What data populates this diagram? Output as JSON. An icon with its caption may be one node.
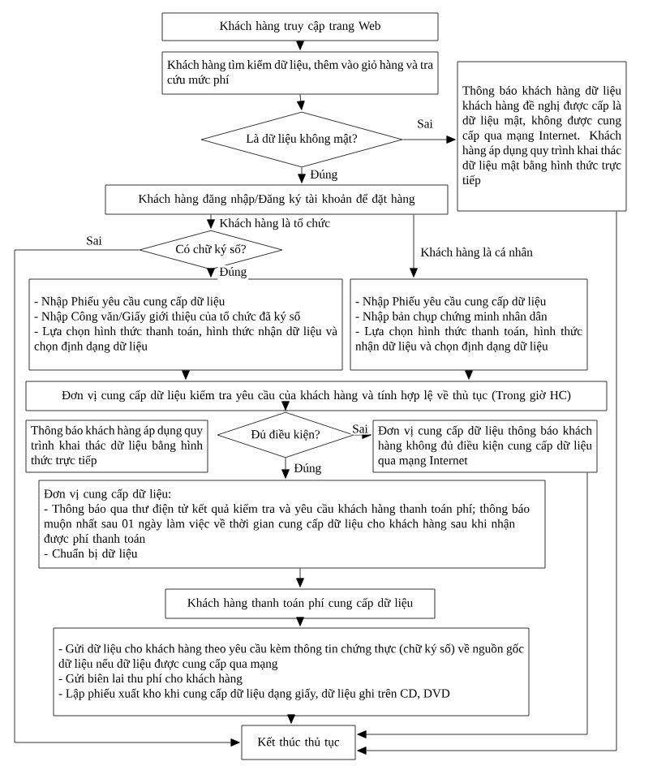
{
  "diagram": {
    "nodes": [
      {
        "text": [
          "Khách hàng truy cập trang Web"
        ]
      },
      {
        "text": [
          "Khách hàng tìm kiếm dữ liệu, thêm vào giỏ hàng và tra cứu mức phí"
        ]
      },
      {
        "text": [
          "Là dữ liệu không mật?"
        ]
      },
      {
        "text": [
          "Thông báo khách hàng dữ liệu khách hàng đề nghị được cấp là dữ liệu mật, không được cung cấp qua mạng Internet. Khách hàng áp dụng quy trình khai thác dữ liệu mật bằng hình thức trực tiếp"
        ]
      },
      {
        "text": [
          "Khách hàng đăng nhập/Đăng ký tài khoản để đặt hàng"
        ]
      },
      {
        "text": [
          "Có chữ ký số?"
        ]
      },
      {
        "text": [
          "- Nhập Phiếu yêu cầu cung cấp dữ liệu",
          "- Nhập Công văn/Giấy giới thiệu của tổ chức đã ký số",
          "- Lựa chọn hình thức thanh toán, hình thức nhận dữ liệu và chọn định dạng dữ liệu"
        ]
      },
      {
        "text": [
          "- Nhập Phiếu yêu cầu cung cấp dữ liệu",
          "- Nhập bản chụp chứng minh nhân dân",
          "- Lựa chọn hình thức thanh toán, hình thức nhận dữ liệu và chọn định dạng dữ liệu"
        ]
      },
      {
        "text": [
          "Đơn vị cung cấp dữ liệu kiểm tra yêu cầu của khách hàng và tính hợp lệ về thủ tục (Trong giờ HC)"
        ]
      },
      {
        "text": [
          "Thông báo khách hàng áp dụng quy trình khai thác dữ liệu bằng hình thức trực tiếp"
        ]
      },
      {
        "text": [
          "Đủ điều kiện?"
        ]
      },
      {
        "text": [
          "Đơn vị cung cấp dữ liệu thông báo khách hàng không đủ điều kiện cung cấp dữ liệu qua mạng Internet"
        ]
      },
      {
        "text": [
          "Đơn vị cung cấp dữ liệu:",
          "- Thông báo qua thư điện tử kết quả kiểm tra và yêu cầu khách hàng thanh toán phí; thông báo muộn nhất sau 01 ngày làm việc về thời gian cung cấp dữ liệu cho khách hàng sau khi nhận được phí thanh toán",
          "- Chuẩn bị dữ liệu"
        ]
      },
      {
        "text": [
          "Khách hàng thanh toán phí cung cấp dữ liệu"
        ]
      },
      {
        "text": [
          "- Gửi dữ liệu cho khách hàng theo yêu cầu kèm thông tin chứng thực (chữ ký số) về nguồn gốc dữ liệu nếu dữ liệu được cung cấp qua mạng",
          "- Gửi biên lai thu phí cho khách hàng",
          "- Lập phiếu xuất kho khi cung cấp dữ liệu dạng giấy, dữ liệu ghi trên CD, DVD"
        ]
      },
      {
        "text": [
          "Kết thúc thủ tục"
        ]
      }
    ],
    "edges": [
      {
        "from": 0,
        "to": 1,
        "arrow": "to"
      },
      {
        "from": 1,
        "to": 2,
        "arrow": "to"
      },
      {
        "from": 2,
        "to": 3,
        "arrow": "to",
        "label": "Sai"
      },
      {
        "from": 2,
        "to": 4,
        "arrow": "to",
        "label": "Đúng"
      },
      {
        "from": 4,
        "to": 5,
        "arrow": "to",
        "label": "Khách hàng là tổ chức"
      },
      {
        "from": 4,
        "to": 7,
        "arrow": "to",
        "label": "Khách hàng là cá nhân"
      },
      {
        "from": 5,
        "to": 6,
        "arrow": "to",
        "label": "Đúng"
      },
      {
        "from": 5,
        "to": 15,
        "arrow": "to",
        "label": "Sai"
      },
      {
        "from": 6,
        "to": 8,
        "arrow": "to"
      },
      {
        "from": 7,
        "to": 8,
        "arrow": "to"
      },
      {
        "from": 8,
        "to": 10,
        "arrow": "to"
      },
      {
        "from": 10,
        "to": 11,
        "arrow": "to",
        "label": "Sai"
      },
      {
        "from": 10,
        "to": 12,
        "arrow": "to",
        "label": "Đúng"
      },
      {
        "from": 12,
        "to": 13,
        "arrow": "to"
      },
      {
        "from": 13,
        "to": 14,
        "arrow": "to"
      },
      {
        "from": 14,
        "to": 15,
        "arrow": "to"
      },
      {
        "from": 11,
        "to": 15,
        "arrow": "to"
      },
      {
        "from": 3,
        "to": 15,
        "arrow": "to"
      }
    ]
  }
}
